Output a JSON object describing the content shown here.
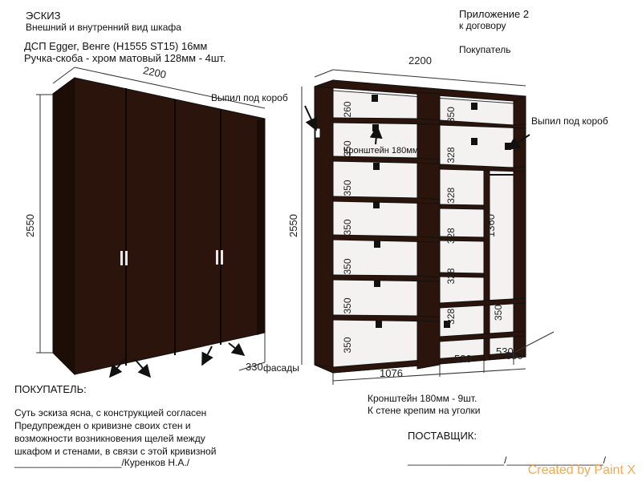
{
  "header": {
    "title": "ЭСКИЗ",
    "subtitle": "Внешний и внутренний вид шкафа",
    "material": "ДСП Egger, Венге (H1555 ST15) 16мм",
    "handles": "Ручка-скоба - хром матовый 128мм - 4шт.",
    "appendix_line1": "Приложение 2",
    "appendix_line2": "к договору",
    "buyer_top": "Покупатель"
  },
  "left_view": {
    "width": "2200",
    "height": "2550",
    "depth": "330",
    "facades_label": "фасады"
  },
  "right_view": {
    "width": "2200",
    "height": "2550",
    "cutout_left": "Выпил под короб",
    "cutout_right": "Выпил под короб",
    "bracket_label": "Кронштейн 180мм",
    "left_shelves": [
      "260",
      "350",
      "350",
      "350",
      "350",
      "350",
      "350"
    ],
    "middle_shelves": [
      "350",
      "328",
      "328",
      "328",
      "328",
      "328"
    ],
    "right_column": "1360",
    "right_bottom": "350",
    "bottom_widths": [
      "1076",
      "530",
      "530"
    ],
    "depth": "350"
  },
  "notes": {
    "brackets": "Кронштейн 180мм - 9шт.",
    "wall_mount": "К стене крепим на уголки"
  },
  "buyer_block": {
    "label": "ПОКУПАТЕЛЬ:",
    "line1": "Суть эскиза ясна, с конструкцией согласен",
    "line2": "Предупрежден о кривизне своих стен и",
    "line3": "возможности возникновения щелей между",
    "line4": "шкафом и стенами, в связи с этой кривизной",
    "signature": "____________________/Куренков Н.А./"
  },
  "supplier_block": {
    "label": "ПОСТАВЩИК:",
    "signature": "__________________/__________________/"
  },
  "watermark": "Created by Paint X",
  "colors": {
    "wood": "#2e1710",
    "wood_dark": "#1c0d08",
    "line": "#333333",
    "watermark": "#f1a95a"
  }
}
